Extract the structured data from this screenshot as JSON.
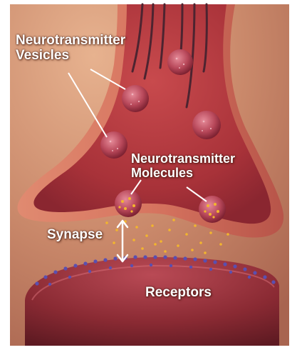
{
  "labels": {
    "vesicles": {
      "line1": "Neurotransmitter",
      "line2": "Vesicles"
    },
    "molecules": {
      "line1": "Neurotransmitter",
      "line2": "Molecules"
    },
    "synapse": "Synapse",
    "receptors": "Receptors"
  },
  "colors": {
    "background": "#c98f6f",
    "terminal_membrane": "#d7745f",
    "terminal_interior": "#a8363c",
    "receptor_cell": "#8e2f35",
    "receptor_dots": "#5a4fb0",
    "neurotransmitter": "#f2b52e",
    "label_text": "#ffffff"
  },
  "icons": {
    "synapse_marker": "double-arrow-vertical"
  }
}
